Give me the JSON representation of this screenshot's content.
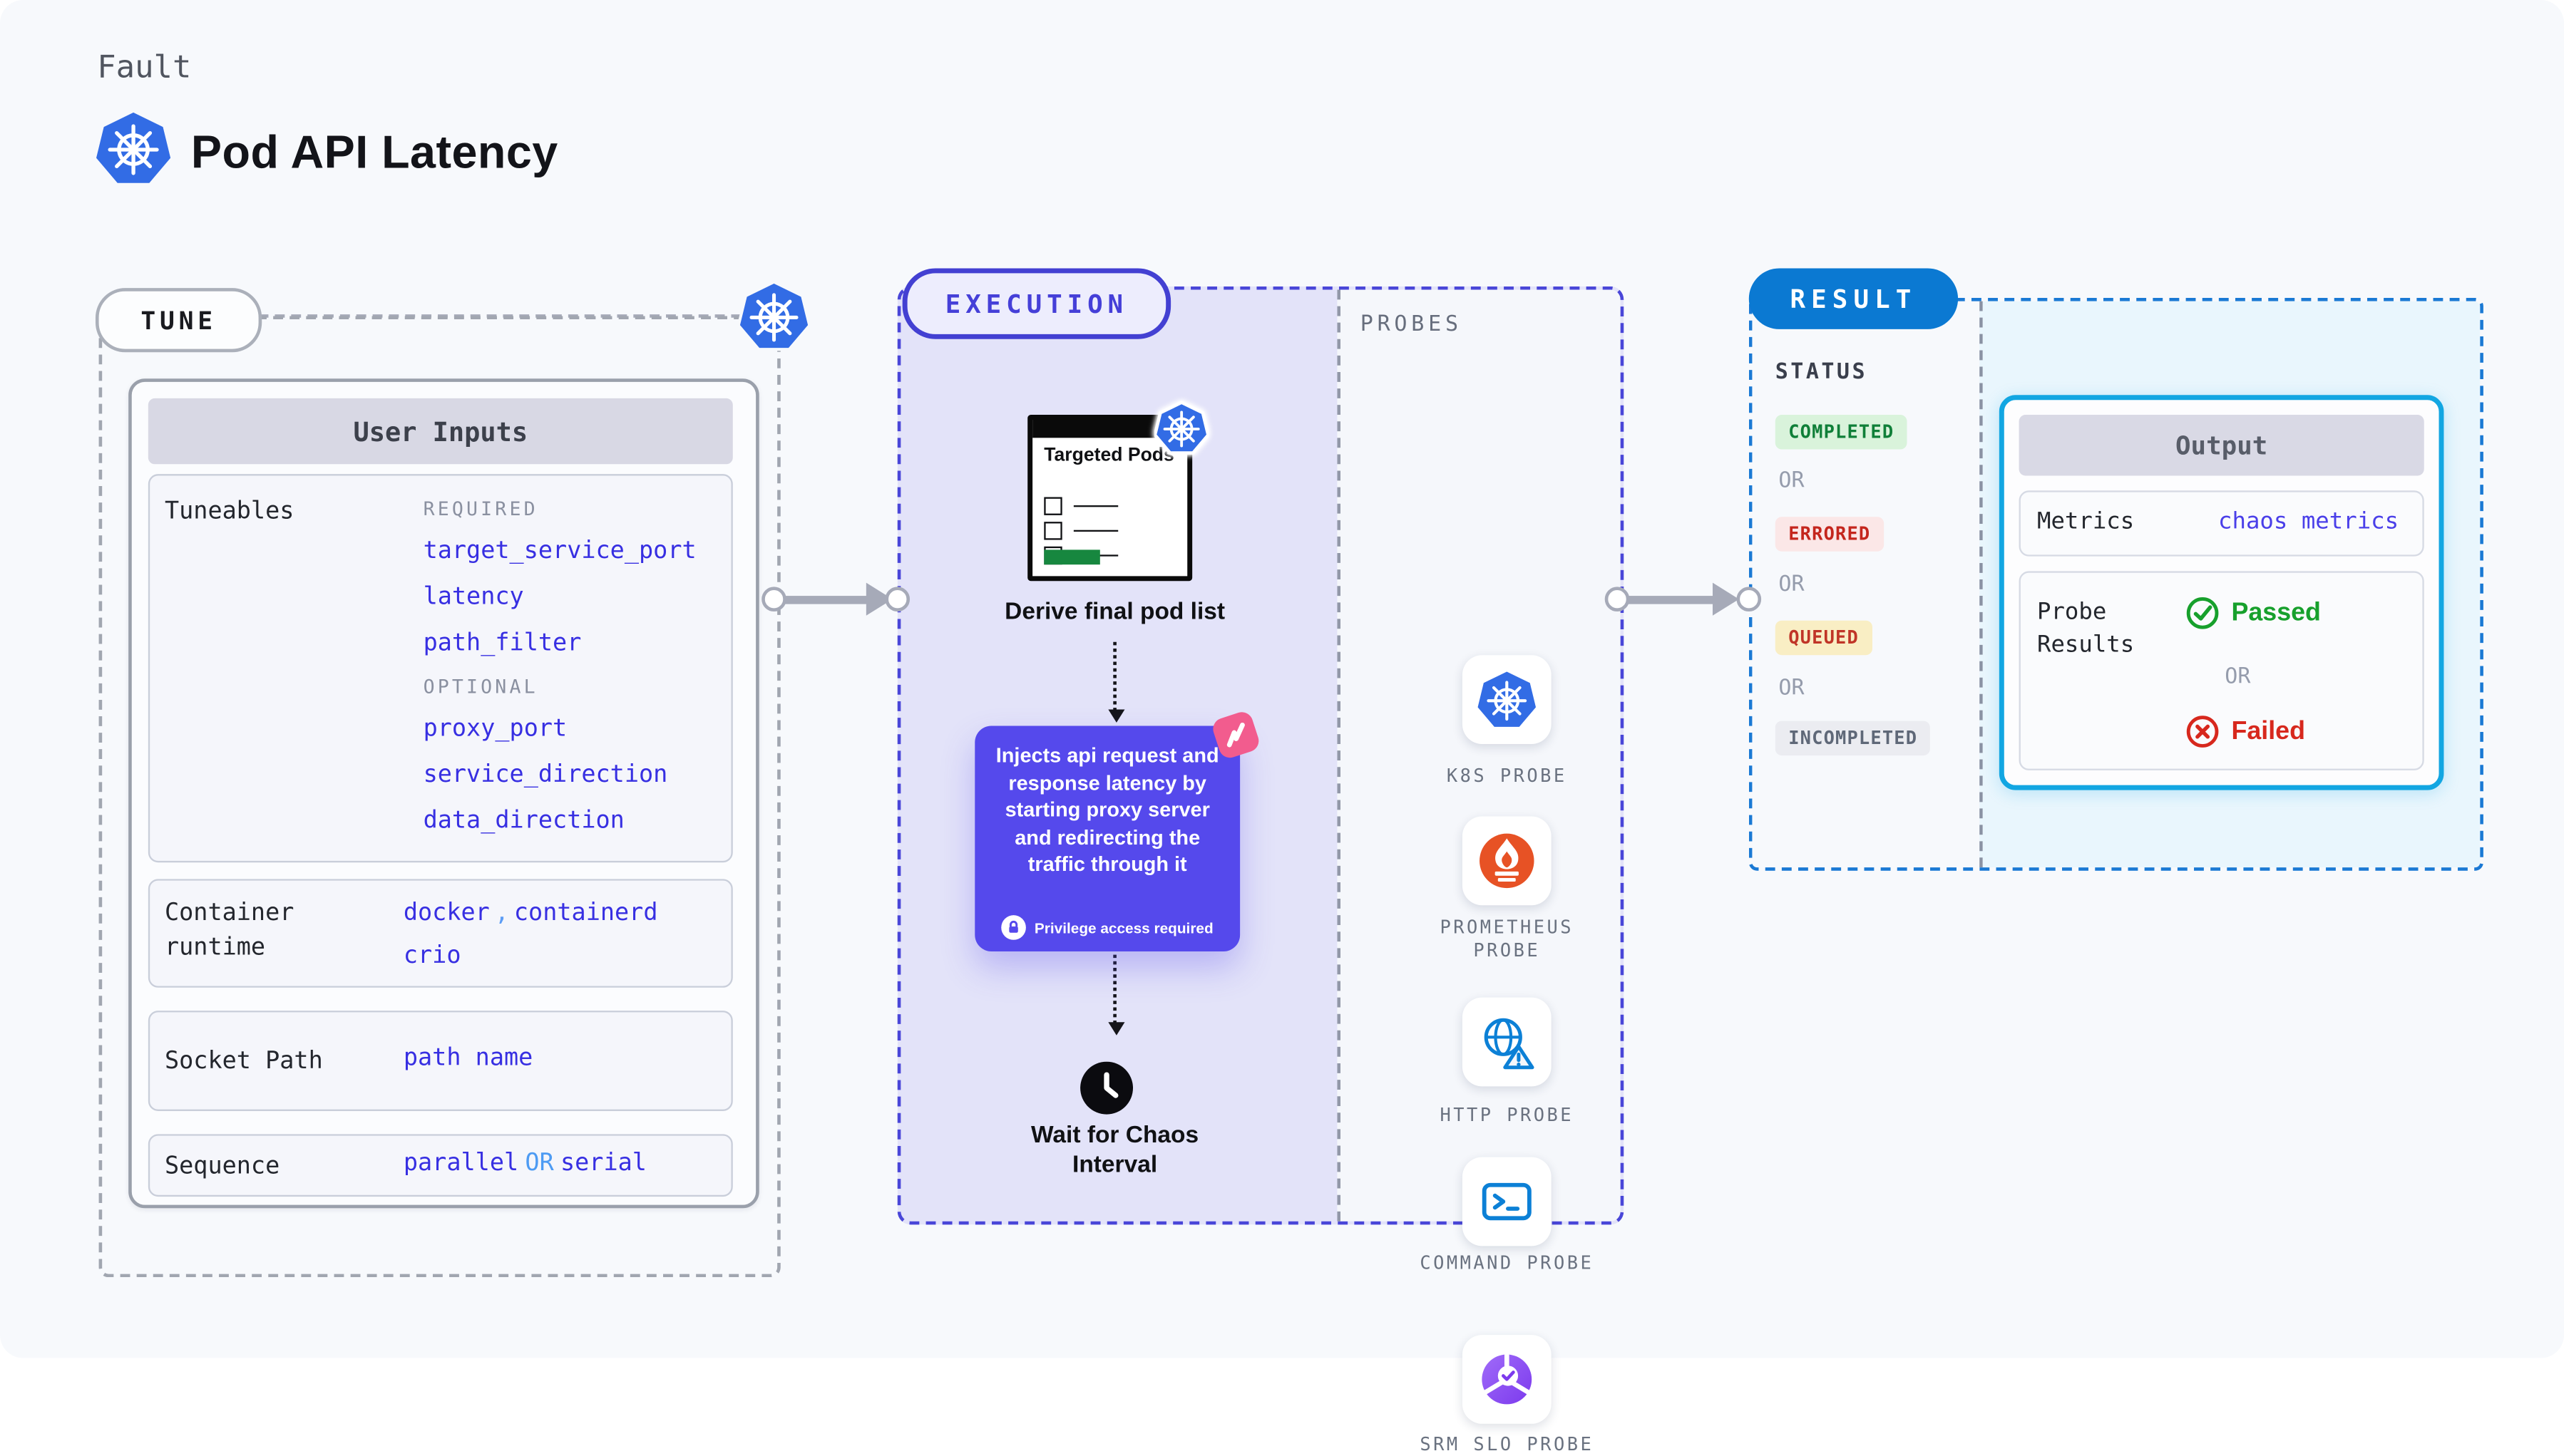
{
  "header": {
    "eyebrow": "Fault",
    "title": "Pod API Latency",
    "logo_icon": "kubernetes-icon"
  },
  "tune": {
    "badge": "TUNE",
    "corner_icon": "kubernetes-icon",
    "user_inputs": {
      "title": "User Inputs",
      "tuneables": {
        "label": "Tuneables",
        "required_label": "REQUIRED",
        "required": [
          "target_service_port",
          "latency",
          "path_filter"
        ],
        "optional_label": "OPTIONAL",
        "optional": [
          "proxy_port",
          "service_direction",
          "data_direction"
        ]
      },
      "container_runtime": {
        "label": "Container runtime",
        "value_1": "docker",
        "separator": ",",
        "value_2": "containerd",
        "value_3": "crio"
      },
      "socket_path": {
        "label": "Socket Path",
        "value": "path name"
      },
      "sequence": {
        "label": "Sequence",
        "value_1": "parallel",
        "or": "OR",
        "value_2": "serial"
      }
    }
  },
  "execution": {
    "badge": "EXECUTION",
    "targeted_pods": {
      "title": "Targeted Pods",
      "badge_icon": "kubernetes-icon"
    },
    "derive_label": "Derive final pod list",
    "inject_card": {
      "text": "Injects api request and response latency by starting proxy server and redirecting the traffic through it",
      "privilege_note": "Privilege access required",
      "corner_icon": "chaos-icon",
      "note_icon": "lock-icon"
    },
    "wait_icon": "clock-icon",
    "wait_label": "Wait for Chaos Interval",
    "probes": {
      "title": "PROBES",
      "items": [
        {
          "label": "K8S PROBE",
          "icon": "kubernetes-icon"
        },
        {
          "label": "PROMETHEUS PROBE",
          "icon": "prometheus-icon"
        },
        {
          "label": "HTTP PROBE",
          "icon": "http-globe-icon"
        },
        {
          "label": "COMMAND PROBE",
          "icon": "terminal-icon"
        },
        {
          "label": "SRM SLO PROBE",
          "icon": "slo-pie-icon"
        }
      ]
    }
  },
  "result": {
    "badge": "RESULT",
    "status": {
      "label": "STATUS",
      "or": "OR",
      "values": [
        "COMPLETED",
        "ERRORED",
        "QUEUED",
        "INCOMPLETED"
      ],
      "value_colors": [
        {
          "bg": "#D9F3DB",
          "text": "#0F7F38"
        },
        {
          "bg": "#FBE7E7",
          "text": "#C4261D"
        },
        {
          "bg": "#F9EEC4",
          "text": "#C03527"
        },
        {
          "bg": "#EBECF1",
          "text": "#5F6878"
        }
      ]
    },
    "output": {
      "title": "Output",
      "metrics_label": "Metrics",
      "metrics_value": "chaos metrics",
      "probe_results_label": "Probe Results",
      "passed": "Passed",
      "or": "OR",
      "failed": "Failed",
      "passed_icon": "check-circle-icon",
      "failed_icon": "x-circle-icon"
    }
  },
  "colors": {
    "page_background": "#F7F9FC",
    "accent_indigo": "#4946D8",
    "accent_blue_value": "#372FE2",
    "accent_sky": "#4D9BF3",
    "execution_panel": "#E3E3F9",
    "inject_card": "#5549EC",
    "result_blue": "#0B79D2",
    "output_border": "#12A6E2",
    "output_panel": "#E9F6FD",
    "passed_green": "#17A02C",
    "failed_red": "#D7281D",
    "kubernetes_blue": "#326CE5",
    "prometheus_orange": "#E75225",
    "probe_blue": "#0C80D6",
    "srm_purple": "#7C3AED",
    "chaos_pink": "#F25C8E",
    "targeted_green_bar": "#17873F",
    "arrow_gray": "#A6AAB8"
  }
}
